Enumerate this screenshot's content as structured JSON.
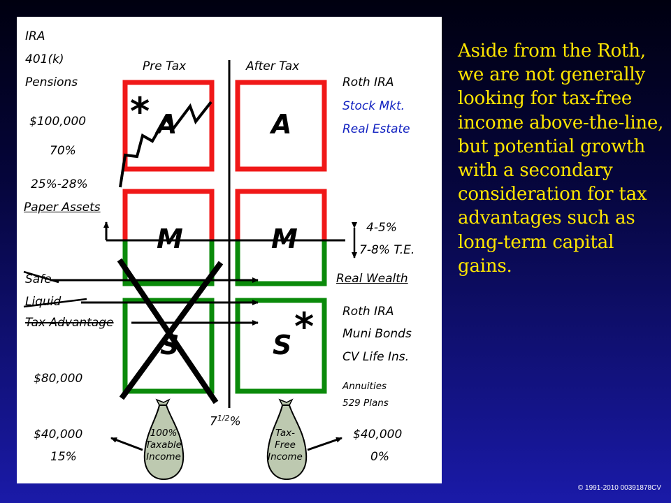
{
  "left_labels": {
    "ira": "IRA",
    "k401": "401(k)",
    "pensions": "Pensions",
    "amount_top": "$100,000",
    "pct_top": "70%",
    "pct_range": "25%-28%",
    "paper_assets": "Paper Assets",
    "safe": "Safe",
    "liquid": "Liquid",
    "tax_advantage": "Tax Advantage",
    "amount_mid": "$80,000",
    "amount_bottom": "$40,000",
    "pct_bottom": "15%"
  },
  "headers": {
    "pre_tax": "Pre Tax",
    "after_tax": "After Tax"
  },
  "boxes": {
    "top_left": "A",
    "top_right": "A",
    "mid_left": "M",
    "mid_right": "M",
    "bottom_left": "S",
    "bottom_right": "S",
    "asterisk": "*"
  },
  "right_labels": {
    "roth_ira_top": "Roth IRA",
    "stock_mkt": "Stock Mkt.",
    "real_estate": "Real Estate",
    "rate_low": "4-5%",
    "rate_te": "7-8% T.E.",
    "real_wealth": "Real Wealth",
    "roth_ira_bottom": "Roth IRA",
    "muni_bonds": "Muni Bonds",
    "cv_life": "CV Life Ins.",
    "annuities": "Annuities",
    "plans_529": "529 Plans",
    "amount_bottom": "$40,000",
    "pct_bottom": "0%"
  },
  "center": {
    "seven": "7",
    "half": "1/2",
    "pct": "%"
  },
  "bags": {
    "left": [
      "100%",
      "Taxable",
      "Income"
    ],
    "right": [
      "Tax-",
      "Free",
      "Income"
    ]
  },
  "side_text": "Aside from the Roth, we are not generally looking for tax-free income above-the-line, but potential growth with a secondary consideration for tax advantages such as long-term capital gains.",
  "copyright": "© 1991-2010 00391878CV",
  "colors": {
    "red_border": "#f01818",
    "green_border": "#0a8a0a",
    "bag_fill": "#bdc9b0",
    "side_text": "#ffe600",
    "stock_text": "#1020c0"
  }
}
